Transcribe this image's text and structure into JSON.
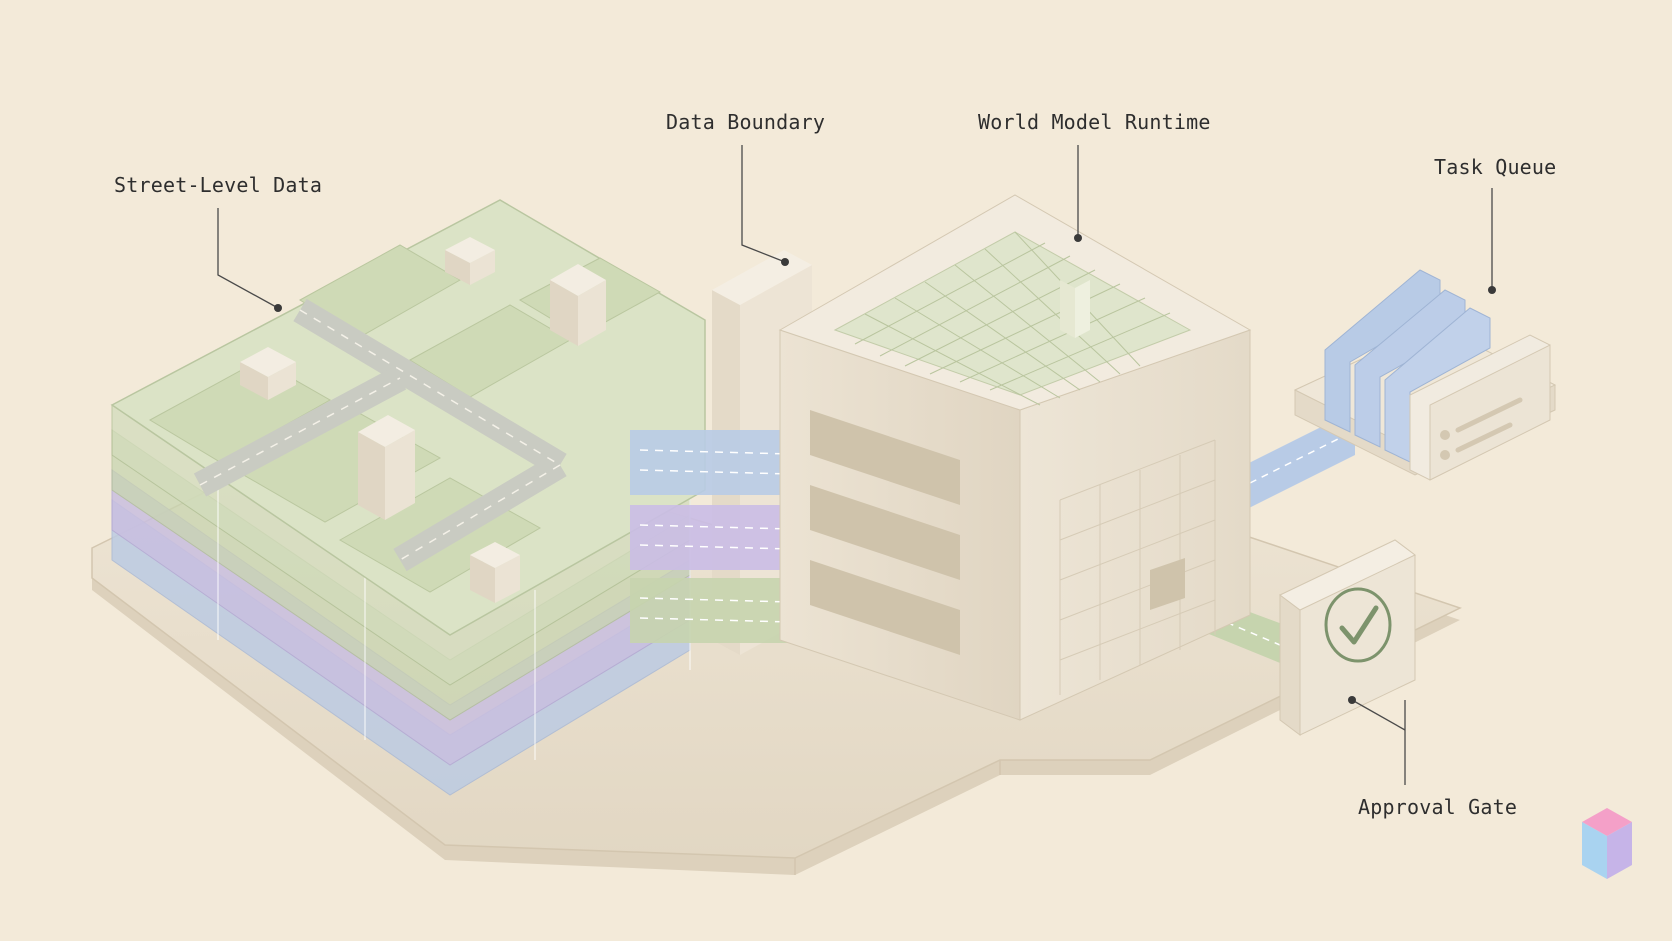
{
  "labels": {
    "street_level_data": "Street-Level Data",
    "data_boundary": "Data Boundary",
    "world_model_runtime": "World Model Runtime",
    "task_queue": "Task Queue",
    "approval_gate": "Approval Gate"
  },
  "colors": {
    "background": "#f3ead9",
    "base": "#ece2d1",
    "cream": "#efe7d8",
    "layer_green": "#c8d5b0",
    "layer_purple": "#c9bfe0",
    "layer_blue": "#bccbe3",
    "lane_blue": "#b8cbe6",
    "lane_purple": "#cabde6",
    "lane_green": "#c6d4ae",
    "accent_check": "#7d936c"
  },
  "icons": {
    "approval": "check-circle-icon",
    "brand": "cube-logo-icon"
  }
}
